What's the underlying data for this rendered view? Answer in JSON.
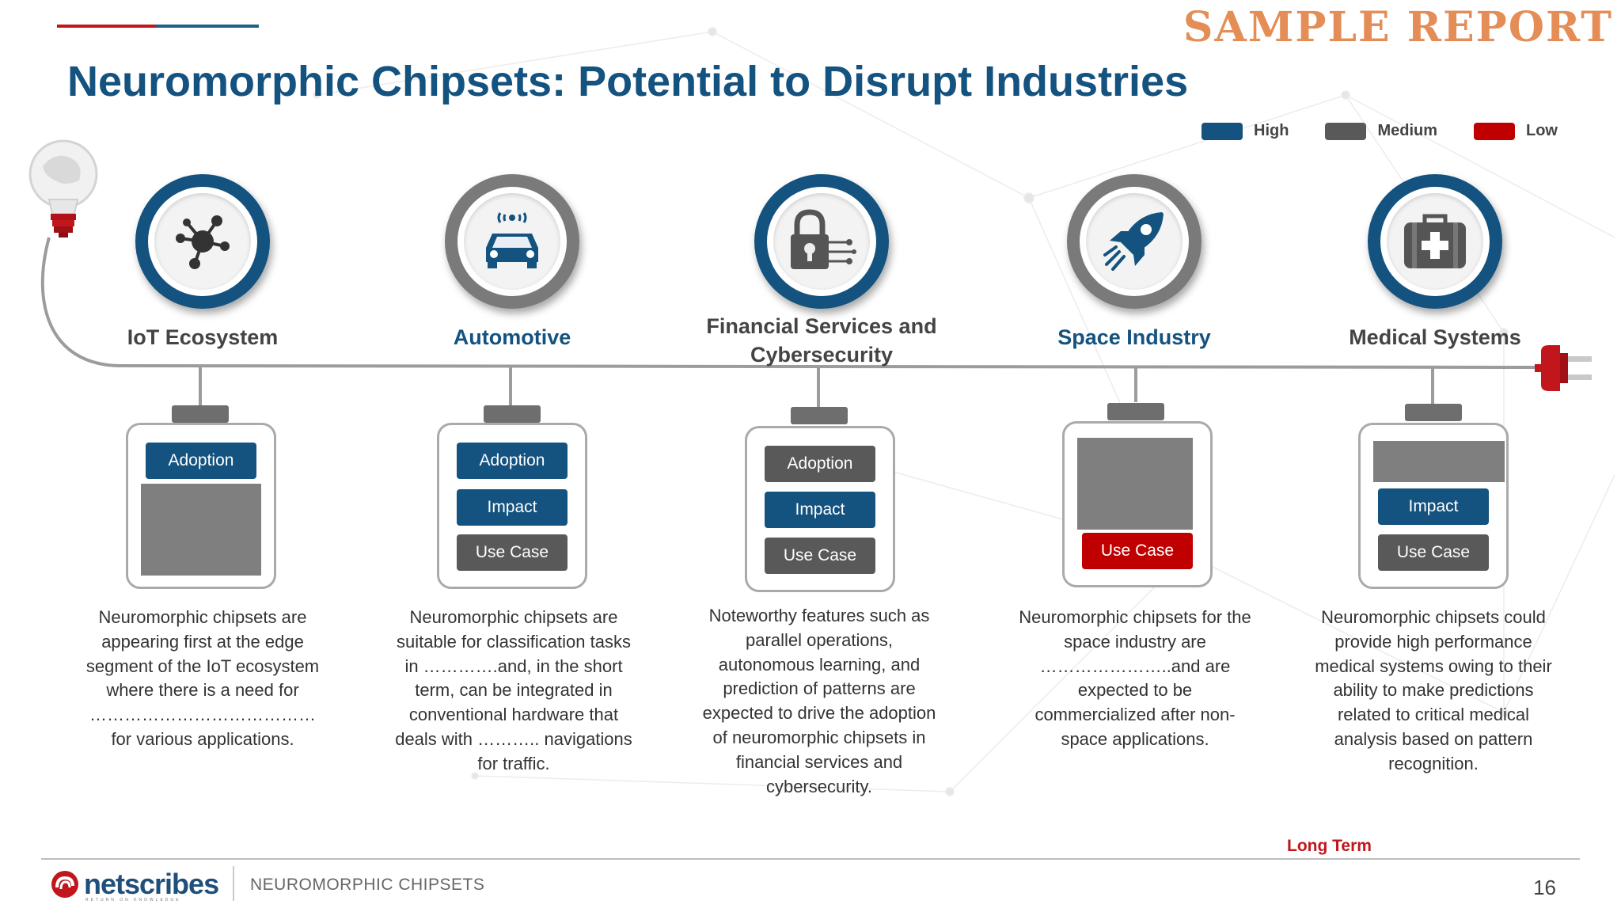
{
  "header": {
    "stamp": "SAMPLE REPORT",
    "title": "Neuromorphic Chipsets: Potential to Disrupt Industries"
  },
  "legend": [
    {
      "label": "High",
      "color": "#14527f"
    },
    {
      "label": "Medium",
      "color": "#595959"
    },
    {
      "label": "Low",
      "color": "#c00000"
    }
  ],
  "columns": [
    {
      "label": "IoT Ecosystem",
      "label_color": "#444444",
      "ring_color": "#14527f",
      "icon": "network-icon",
      "adoption": "Adoption",
      "description": "Neuromorphic chipsets are appearing first at the edge segment of the IoT ecosystem where there is a need for …………………………………for various applications."
    },
    {
      "label": "Automotive",
      "label_color": "#14527f",
      "ring_color": "#7a7a7a",
      "icon": "connected-car-icon",
      "adoption": "Adoption",
      "impact": "Impact",
      "use_case": "Use Case",
      "description": "Neuromorphic chipsets are suitable for classification tasks in ………….and, in the short term, can be integrated in conventional hardware that deals with ……….. navigations for traffic."
    },
    {
      "label": "Financial Services and Cybersecurity",
      "label_color": "#444444",
      "ring_color": "#14527f",
      "icon": "padlock-circuit-icon",
      "adoption": "Adoption",
      "impact": "Impact",
      "use_case": "Use Case",
      "description": "Noteworthy features such as parallel operations, autonomous learning, and prediction of patterns are expected to drive the adoption of neuromorphic chipsets in financial services and cybersecurity."
    },
    {
      "label": "Space Industry",
      "label_color": "#14527f",
      "ring_color": "#7a7a7a",
      "icon": "rocket-icon",
      "use_case": "Use Case",
      "description": "Neuromorphic chipsets for the space industry are …………………..and are expected to be commercialized after non-space applications."
    },
    {
      "label": "Medical Systems",
      "label_color": "#444444",
      "ring_color": "#14527f",
      "icon": "medical-kit-icon",
      "impact": "Impact",
      "use_case": "Use Case",
      "description": "Neuromorphic chipsets could provide high performance medical systems owing to their ability to make predictions related to critical medical analysis based on pattern recognition."
    }
  ],
  "timeline_end_label": "Long Term",
  "footer": {
    "logo_text": "netscribes",
    "logo_tagline": "RETURN ON KNOWLEDGE",
    "section": "NEUROMORPHIC CHIPSETS",
    "page_number": "16"
  }
}
